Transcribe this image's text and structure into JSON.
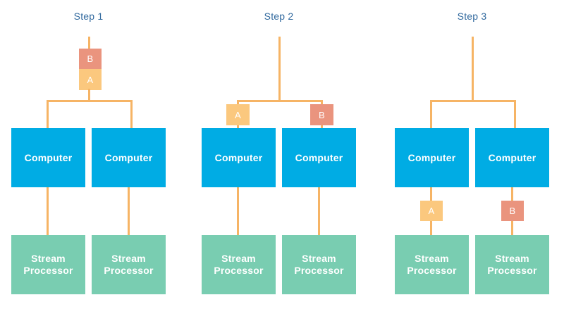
{
  "diagram": {
    "title_color": "#31699e",
    "colors": {
      "computer": "#00ace4",
      "stream_processor": "#79cdb1",
      "packet_a": "#fbc87e",
      "packet_b": "#ea947e",
      "connector": "#f6b465",
      "background": "#ffffff"
    },
    "labels": {
      "computer": "Computer",
      "stream_line1": "Stream",
      "stream_line2": "Processor",
      "packet_a": "A",
      "packet_b": "B"
    },
    "steps": [
      {
        "title": "Step 1",
        "packets_above_split": [
          {
            "label": "B",
            "kind": "b"
          },
          {
            "label": "A",
            "kind": "a"
          }
        ],
        "nodes": [
          {
            "label": "Computer",
            "kind": "computer"
          },
          {
            "label": "Computer",
            "kind": "computer"
          },
          {
            "label": "Stream Processor",
            "kind": "stream"
          },
          {
            "label": "Stream Processor",
            "kind": "stream"
          }
        ]
      },
      {
        "title": "Step 2",
        "packets_on_split": [
          {
            "label": "A",
            "kind": "a"
          },
          {
            "label": "B",
            "kind": "b"
          }
        ],
        "nodes": [
          {
            "label": "Computer",
            "kind": "computer"
          },
          {
            "label": "Computer",
            "kind": "computer"
          },
          {
            "label": "Stream Processor",
            "kind": "stream"
          },
          {
            "label": "Stream Processor",
            "kind": "stream"
          }
        ]
      },
      {
        "title": "Step 3",
        "packets_below_computer": [
          {
            "label": "A",
            "kind": "a"
          },
          {
            "label": "B",
            "kind": "b"
          }
        ],
        "nodes": [
          {
            "label": "Computer",
            "kind": "computer"
          },
          {
            "label": "Computer",
            "kind": "computer"
          },
          {
            "label": "Stream Processor",
            "kind": "stream"
          },
          {
            "label": "Stream Processor",
            "kind": "stream"
          }
        ]
      }
    ]
  }
}
